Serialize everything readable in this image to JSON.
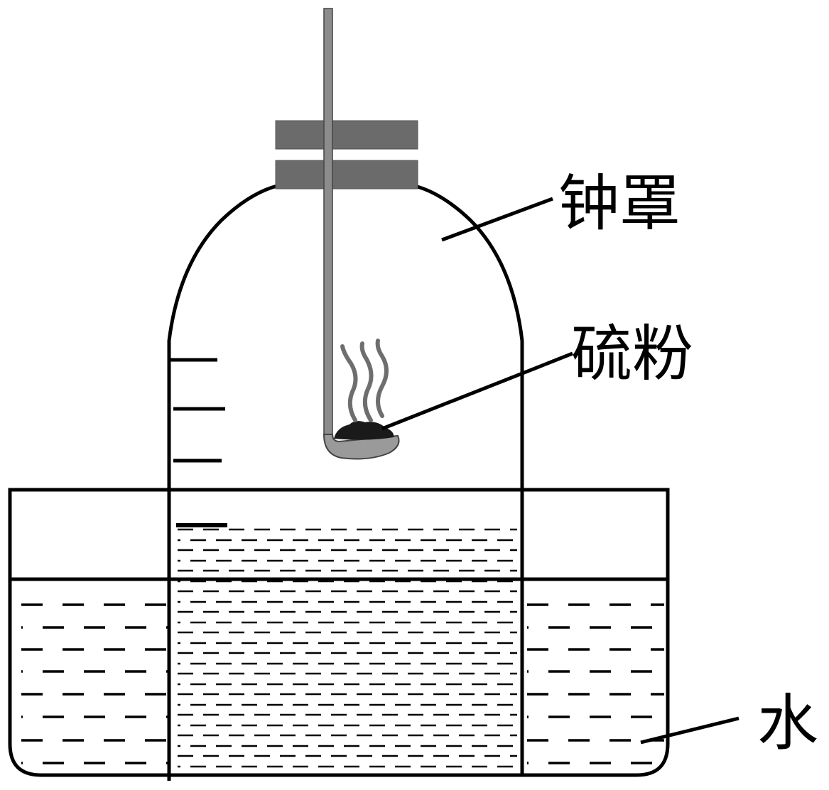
{
  "labels": {
    "bell_jar": "钟罩",
    "sulfur_powder": "硫粉",
    "water": "水"
  },
  "colors": {
    "outline": "#000000",
    "stopper": "#6b6b6b",
    "rod": "#8c8c8c",
    "spoon": "#9a9a9a",
    "smoke": "#6e6e6e",
    "sulfur": "#1a1a1a",
    "background": "#ffffff"
  }
}
